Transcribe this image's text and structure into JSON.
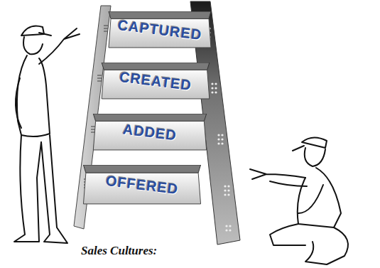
{
  "diagram": {
    "caption": "Sales Cultures:",
    "nodes": [
      {
        "text": [
          "CAPTURED"
        ]
      },
      {
        "text": [
          "CREATED"
        ]
      },
      {
        "text": [
          "ADDED"
        ]
      },
      {
        "text": [
          "OFFERED"
        ]
      }
    ]
  }
}
